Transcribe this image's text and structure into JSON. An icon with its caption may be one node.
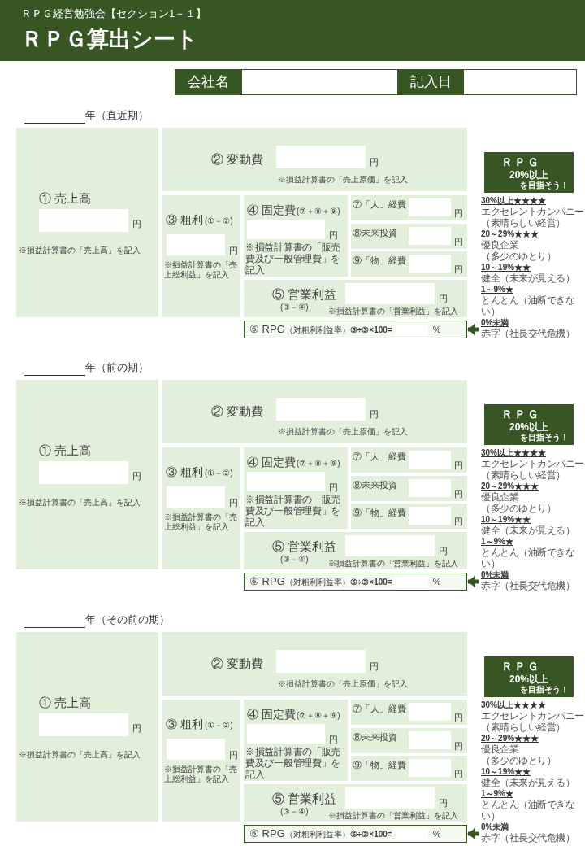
{
  "diagram": {
    "title": "ＲＰＧ算出シート",
    "nodes": [
      {
        "text": [
          "会社名"
        ]
      },
      {
        "text": [
          "記入日"
        ]
      },
      {
        "text": [
          "① 売上高",
          "円",
          "※損益計算書の「売上高」を記入"
        ]
      },
      {
        "text": [
          "② 変動費",
          "円",
          "※損益計算書の「売上原価」を記入"
        ]
      },
      {
        "text": [
          "③ 粗利",
          "(①－②)",
          "円",
          "※損益計算書の「売上総利益」を記入"
        ]
      },
      {
        "text": [
          "④ 固定費",
          "(⑦＋⑧＋⑨)",
          "円",
          "※損益計算書の「販売費及び一般管理費」を記入"
        ]
      },
      {
        "text": [
          "⑦「人」経費",
          "円"
        ]
      },
      {
        "text": [
          "⑧未来投資",
          "円"
        ]
      },
      {
        "text": [
          "⑨「物」経費",
          "円"
        ]
      },
      {
        "text": [
          "⑤ 営業利益",
          "(③－④)",
          "円",
          "※損益計算書の「営業利益」を記入"
        ]
      },
      {
        "text": [
          "⑥ RPG",
          "（対粗利利益率）",
          "⑤÷③×100=",
          "%"
        ]
      },
      {
        "text": [
          "ＲＰＧ",
          "20%以上",
          "を目指そう！"
        ]
      },
      {
        "text": [
          "30%以上★★★★",
          "エクセレントカンパニー",
          "（素晴らしい経営）",
          "20～29%★★★",
          "優良企業",
          "（多少のゆとり）",
          "10～19%★★",
          "健全（未来が見える）",
          "1～9%★",
          "とんとん（油断できない）",
          "0%未満",
          "赤字（社長交代危機）"
        ]
      },
      {
        "text": [
          "① 売上高",
          "円",
          "※損益計算書の「売上高」を記入"
        ]
      },
      {
        "text": [
          "② 変動費",
          "円",
          "※損益計算書の「売上原価」を記入"
        ]
      },
      {
        "text": [
          "③ 粗利",
          "(①－②)",
          "円",
          "※損益計算書の「売上総利益」を記入"
        ]
      },
      {
        "text": [
          "④ 固定費",
          "(⑦＋⑧＋⑨)",
          "円",
          "※損益計算書の「販売費及び一般管理費」を記入"
        ]
      },
      {
        "text": [
          "⑦「人」経費",
          "円"
        ]
      },
      {
        "text": [
          "⑧未来投資",
          "円"
        ]
      },
      {
        "text": [
          "⑨「物」経費",
          "円"
        ]
      },
      {
        "text": [
          "⑤ 営業利益",
          "(③－④)",
          "円",
          "※損益計算書の「営業利益」を記入"
        ]
      },
      {
        "text": [
          "⑥ RPG",
          "（対粗利利益率）",
          "⑤÷③×100=",
          "%"
        ]
      },
      {
        "text": [
          "ＲＰＧ",
          "20%以上",
          "を目指そう！"
        ]
      },
      {
        "text": [
          "30%以上★★★★",
          "エクセレントカンパニー",
          "（素晴らしい経営）",
          "20～29%★★★",
          "優良企業",
          "（多少のゆとり）",
          "10～19%★★",
          "健全（未来が見える）",
          "1～9%★",
          "とんとん（油断できない）",
          "0%未満",
          "赤字（社長交代危機）"
        ]
      },
      {
        "text": [
          "① 売上高",
          "円",
          "※損益計算書の「売上高」を記入"
        ]
      },
      {
        "text": [
          "② 変動費",
          "円",
          "※損益計算書の「売上原価」を記入"
        ]
      },
      {
        "text": [
          "③ 粗利",
          "(①－②)",
          "円",
          "※損益計算書の「売上総利益」を記入"
        ]
      },
      {
        "text": [
          "④ 固定費",
          "(⑦＋⑧＋⑨)",
          "円",
          "※損益計算書の「販売費及び一般管理費」を記入"
        ]
      },
      {
        "text": [
          "⑦「人」経費",
          "円"
        ]
      },
      {
        "text": [
          "⑧未来投資",
          "円"
        ]
      },
      {
        "text": [
          "⑨「物」経費",
          "円"
        ]
      },
      {
        "text": [
          "⑤ 営業利益",
          "(③－④)",
          "円",
          "※損益計算書の「営業利益」を記入"
        ]
      },
      {
        "text": [
          "⑥ RPG",
          "（対粗利利益率）",
          "⑤÷③×100=",
          "%"
        ]
      },
      {
        "text": [
          "ＲＰＧ",
          "20%以上",
          "を目指そう！"
        ]
      },
      {
        "text": [
          "30%以上★★★★",
          "エクセレントカンパニー",
          "（素晴らしい経営）",
          "20～29%★★★",
          "優良企業",
          "（多少のゆとり）",
          "10～19%★★",
          "健全（未来が見える）",
          "1～9%★",
          "とんとん（油断できない）",
          "0%未満",
          "赤字（社長交代危機）"
        ]
      }
    ],
    "edges": [
      {
        "from": 12,
        "to": 10,
        "arrow": "to"
      },
      {
        "from": 23,
        "to": 21,
        "arrow": "to"
      },
      {
        "from": 34,
        "to": 32,
        "arrow": "to"
      }
    ],
    "labels": [
      "ＲＰＧ経営勉強会【セクション1－１】",
      "年（直近期）",
      "年（前の期）",
      "年（その前の期）"
    ]
  }
}
